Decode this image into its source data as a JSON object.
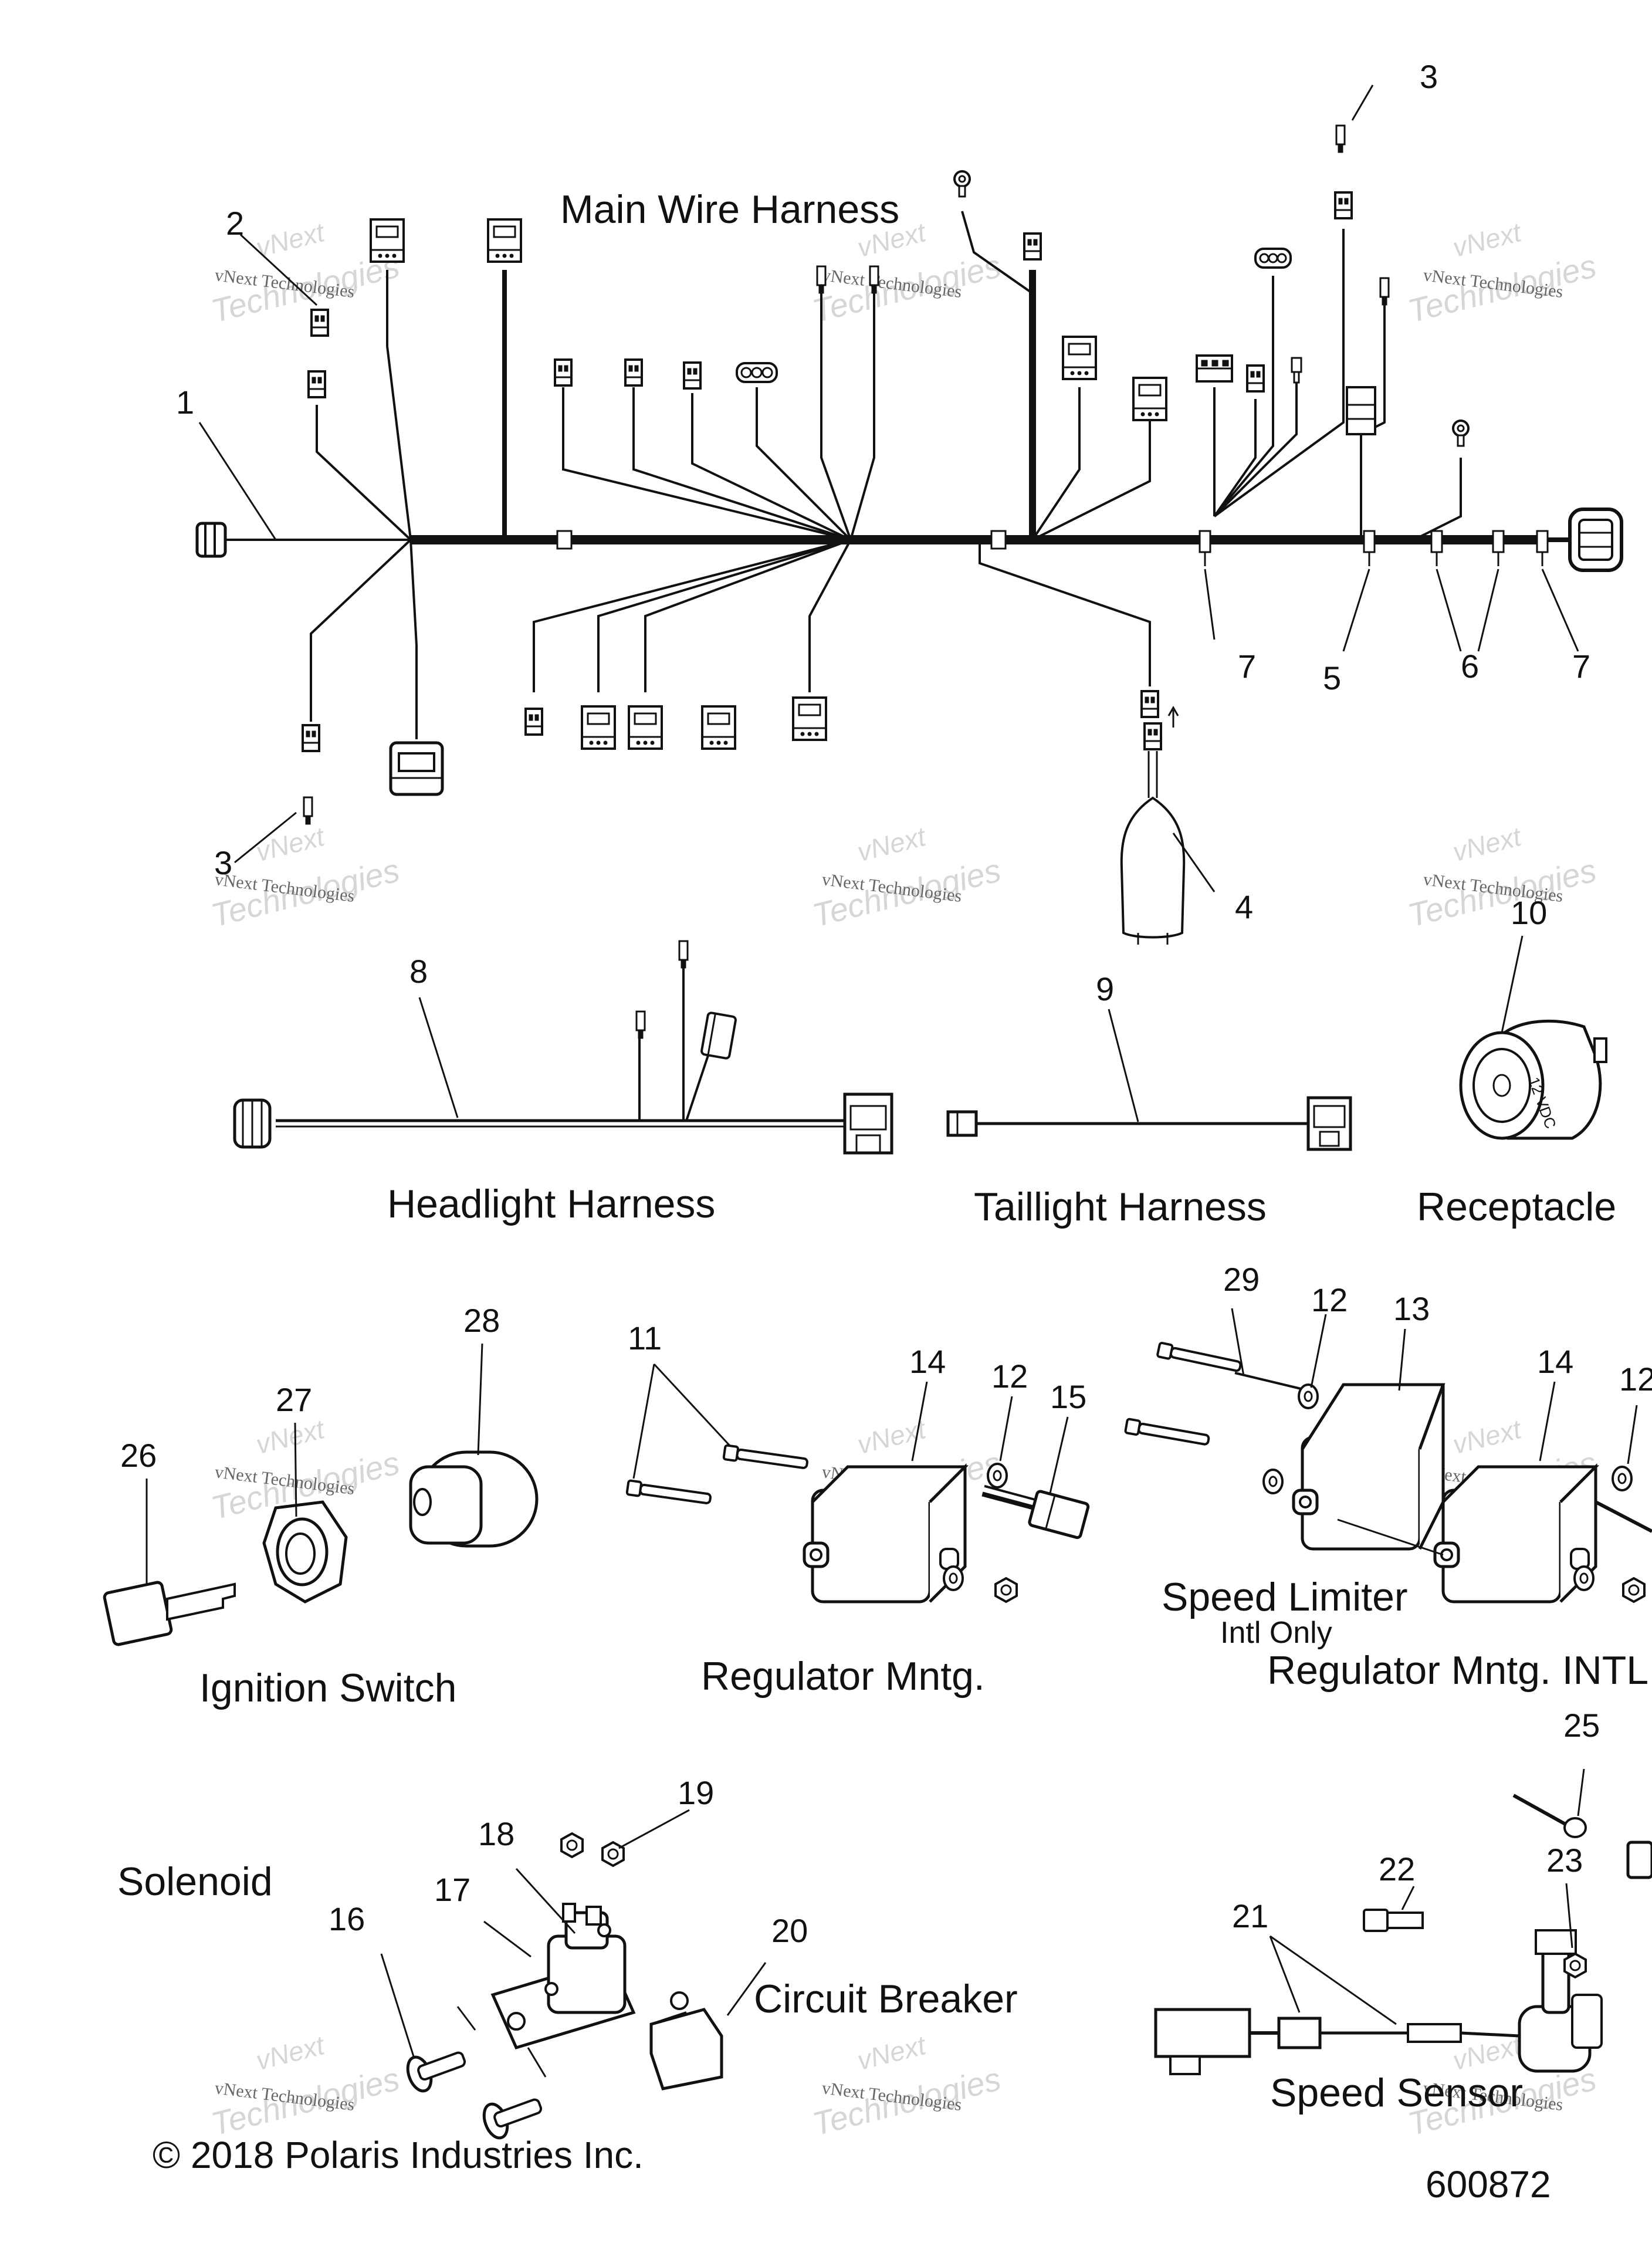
{
  "watermark": {
    "line1": "vNext",
    "line2": "vNext Technologies",
    "line3": "Technologies"
  },
  "sections": {
    "main_harness": "Main Wire Harness",
    "headlight_harness": "Headlight Harness",
    "taillight_harness": "Taillight Harness",
    "receptacle": "Receptacle",
    "ignition_switch": "Ignition Switch",
    "regulator": "Regulator Mntg.",
    "regulator_intl": "Regulator Mntg. INTL",
    "speed_limiter": "Speed Limiter",
    "speed_limiter_note": "Intl Only",
    "solenoid": "Solenoid",
    "circuit_breaker": "Circuit Breaker",
    "speed_sensor": "Speed Sensor"
  },
  "callouts": {
    "c1": "1",
    "c2": "2",
    "c3a": "3",
    "c3b": "3",
    "c4": "4",
    "c5": "5",
    "c6": "6",
    "c7a": "7",
    "c7b": "7",
    "c8": "8",
    "c9": "9",
    "c10": "10",
    "c11": "11",
    "c12a": "12",
    "c12b": "12",
    "c12c": "12",
    "c13": "13",
    "c14a": "14",
    "c14b": "14",
    "c15": "15",
    "c16": "16",
    "c17": "17",
    "c18": "18",
    "c19": "19",
    "c20": "20",
    "c21": "21",
    "c22": "22",
    "c23": "23",
    "c25": "25",
    "c26": "26",
    "c27": "27",
    "c28": "28",
    "c29": "29"
  },
  "receptacle_label": "12 VDC",
  "copyright": "© 2018 Polaris Industries Inc.",
  "figure_number": "600872"
}
